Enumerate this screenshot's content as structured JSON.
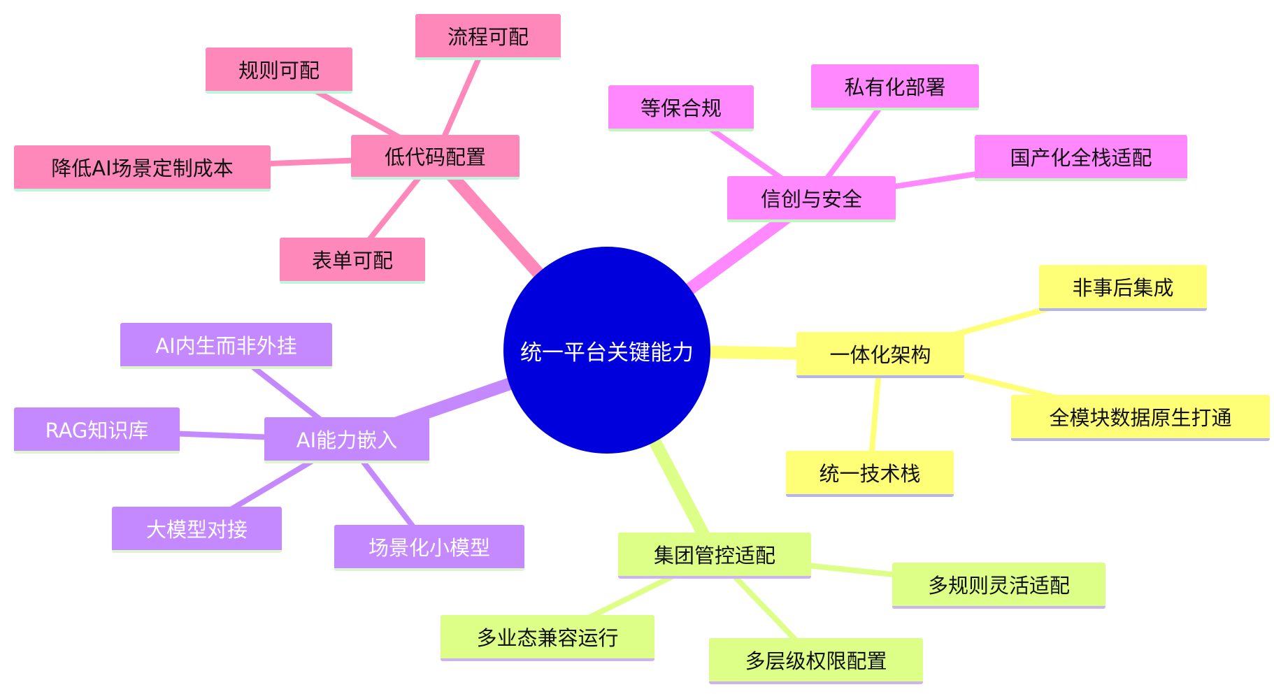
{
  "root": {
    "label": "统一平台关键能力",
    "color": "#0000dd"
  },
  "branches": [
    {
      "id": "lowcode",
      "label": "低代码配置",
      "color": "#ff88bb",
      "accent": "#bff5dc",
      "text": "dark",
      "children": [
        "流程可配",
        "规则可配",
        "降低AI场景定制成本",
        "表单可配"
      ]
    },
    {
      "id": "security",
      "label": "信创与安全",
      "color": "#ff88ff",
      "accent": "#c2f5c2",
      "text": "dark",
      "children": [
        "等保合规",
        "私有化部署",
        "国产化全栈适配"
      ]
    },
    {
      "id": "integration",
      "label": "一体化架构",
      "color": "#ffff77",
      "accent": "#b4b4f0",
      "text": "dark",
      "children": [
        "非事后集成",
        "全模块数据原生打通",
        "统一技术栈"
      ]
    },
    {
      "id": "group",
      "label": "集团管控适配",
      "color": "#ddff88",
      "accent": "#ccb4f0",
      "text": "dark",
      "children": [
        "多规则灵活适配",
        "多层级权限配置",
        "多业态兼容运行"
      ]
    },
    {
      "id": "ai",
      "label": "AI能力嵌入",
      "color": "#c488ff",
      "accent": "#ddf5cc",
      "text": "light",
      "children": [
        "AI内生而非外挂",
        "RAG知识库",
        "大模型对接",
        "场景化小模型"
      ]
    }
  ]
}
